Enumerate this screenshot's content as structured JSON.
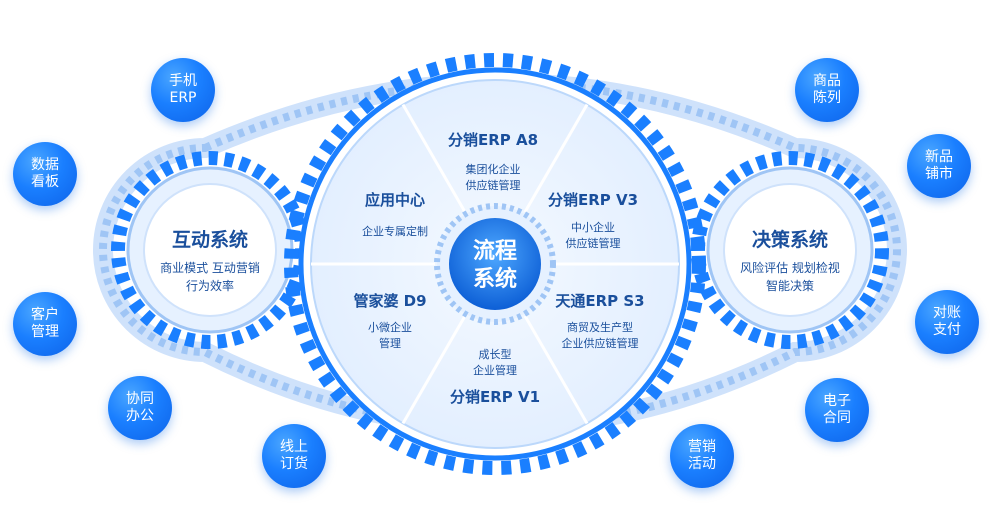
{
  "center": {
    "line1": "流程",
    "line2": "系统"
  },
  "segments": [
    {
      "title": "分销ERP A8",
      "desc1": "集团化企业",
      "desc2": "供应链管理"
    },
    {
      "title": "分销ERP V3",
      "desc1": "中小企业",
      "desc2": "供应链管理"
    },
    {
      "title": "天通ERP S3",
      "desc1": "商贸及生产型",
      "desc2": "企业供应链管理"
    },
    {
      "title": "分销ERP V1",
      "desc1": "成长型",
      "desc2": "企业管理"
    },
    {
      "title": "管家婆 D9",
      "desc1": "小微企业",
      "desc2": "管理"
    },
    {
      "title": "应用中心",
      "desc1": "企业专属定制",
      "desc2": ""
    }
  ],
  "left_gear": {
    "title": "互动系统",
    "line1": "商业模式 互动营销",
    "line2": "行为效率"
  },
  "right_gear": {
    "title": "决策系统",
    "line1": "风险评估 规划检视",
    "line2": "智能决策"
  },
  "bubbles": [
    {
      "text": "手机\nERP"
    },
    {
      "text": "数据\n看板"
    },
    {
      "text": "客户\n管理"
    },
    {
      "text": "协同\n办公"
    },
    {
      "text": "线上\n订货"
    },
    {
      "text": "商品\n陈列"
    },
    {
      "text": "新品\n铺市"
    },
    {
      "text": "对账\n支付"
    },
    {
      "text": "电子\n合同"
    },
    {
      "text": "营销\n活动"
    }
  ],
  "colors": {
    "primary": "#1a7fff",
    "deep": "#0d5fd6",
    "light": "#e6f1ff",
    "text_dark": "#1a4f9c"
  }
}
